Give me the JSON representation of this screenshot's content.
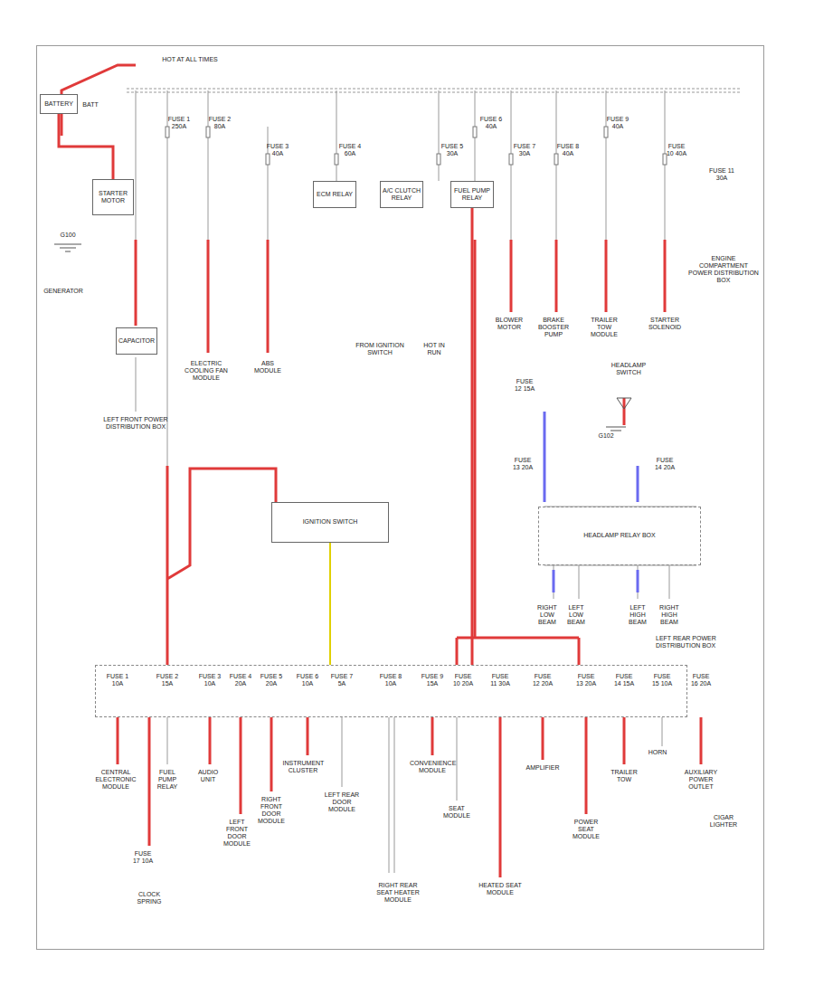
{
  "diagram": {
    "nodes": [
      {
        "text": [
          "LEFT REAR POWER DISTRIBUTION BOX"
        ]
      },
      {
        "text": [
          "STARTER MOTOR"
        ]
      },
      {
        "text": [
          "CAPACITOR"
        ]
      },
      {
        "text": [
          "ECM RELAY"
        ]
      },
      {
        "text": [
          "A/C CLUTCH RELAY"
        ]
      },
      {
        "text": [
          "FUEL PUMP RELAY"
        ]
      },
      {
        "text": [
          "IGNITION SWITCH"
        ]
      },
      {
        "text": [
          "HEADLAMP RELAY BOX"
        ]
      },
      {
        "text": [
          "BATTERY"
        ]
      }
    ],
    "edges": [
      {
        "from": 8,
        "to": 1,
        "arrow": "none"
      },
      {
        "from": 5,
        "to": 0,
        "arrow": "none"
      },
      {
        "from": 6,
        "to": 0,
        "arrow": "none"
      }
    ],
    "labels": [
      "HOT AT ALL TIMES",
      "BATT",
      "G100",
      "GENERATOR",
      "FUSE 1 250A",
      "FUSE 2 80A",
      "FUSE 3 40A",
      "FUSE 4 60A",
      "FUSE 5 30A",
      "FUSE 6 40A",
      "FUSE 7 30A",
      "FUSE 8 40A",
      "FUSE 9 40A",
      "FUSE 10 40A",
      "FUSE 11 30A",
      "LEFT FRONT POWER DISTRIBUTION BOX",
      "ELECTRIC COOLING FAN MODULE",
      "ABS MODULE",
      "BLOWER MOTOR",
      "BRAKE BOOSTER PUMP",
      "TRAILER TOW MODULE",
      "STARTER SOLENOID",
      "ENGINE COMPARTMENT POWER DISTRIBUTION BOX",
      "FROM IGNITION SWITCH",
      "HOT IN RUN",
      "FUSE 12 15A",
      "HEADLAMP SWITCH",
      "G102",
      "FUSE 13 20A",
      "FUSE 14 20A",
      "RIGHT LOW BEAM",
      "LEFT LOW BEAM",
      "LEFT HIGH BEAM",
      "RIGHT HIGH BEAM",
      "FUSE 1 10A",
      "FUSE 2 15A",
      "FUSE 3 10A",
      "FUSE 4 20A",
      "FUSE 5 20A",
      "FUSE 6 10A",
      "FUSE 7 5A",
      "FUSE 8 10A",
      "FUSE 9 15A",
      "FUSE 10 20A",
      "FUSE 11 30A",
      "FUSE 12 20A",
      "FUSE 13 20A",
      "FUSE 14 15A",
      "FUSE 15 10A",
      "FUSE 16 20A",
      "CENTRAL ELECTRONIC MODULE",
      "FUEL PUMP RELAY",
      "AUDIO UNIT",
      "LEFT FRONT DOOR MODULE",
      "RIGHT FRONT DOOR MODULE",
      "INSTRUMENT CLUSTER",
      "LEFT REAR DOOR MODULE",
      "RIGHT REAR SEAT HEATER MODULE",
      "CONVENIENCE MODULE",
      "SEAT MODULE",
      "HEATED SEAT MODULE",
      "AMPLIFIER",
      "POWER SEAT MODULE",
      "TRAILER TOW",
      "HORN",
      "AUXILIARY POWER OUTLET",
      "CIGAR LIGHTER",
      "FUSE 17 10A",
      "CLOCK SPRING"
    ]
  }
}
